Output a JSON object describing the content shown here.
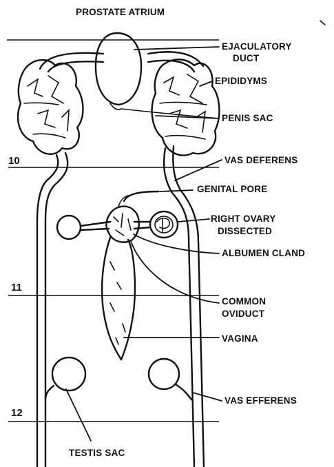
{
  "labels": {
    "prostate_atrium": "PROSTATE ATRIUM",
    "ejaculatory_duct_1": "EJACULATORY",
    "ejaculatory_duct_2": "DUCT",
    "epididyms": "EPIDIDYMS",
    "penis_sac": "PENIS SAC",
    "vas_deferens": "VAS DEFERENS",
    "genital_pore": "GENITAL PORE",
    "right_ovary_1": "RIGHT OVARY",
    "right_ovary_2": "DISSECTED",
    "albumen_gland": "ALBUMEN CLAND",
    "common_oviduct_1": "COMMON",
    "common_oviduct_2": "OVIDUCT",
    "vagina": "VAGINA",
    "vas_efferens": "VAS EFFERENS",
    "testis_sac": "TESTIS SAC"
  },
  "segments": {
    "s10": "10",
    "s11": "11",
    "s12": "12"
  }
}
